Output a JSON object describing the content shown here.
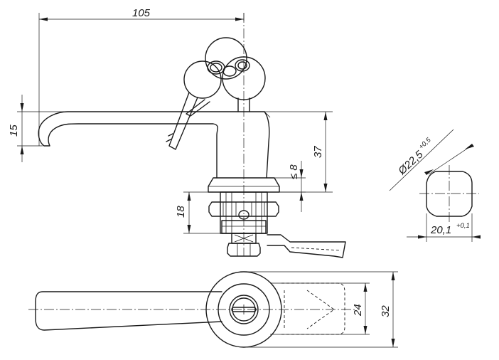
{
  "dimensions": {
    "overall_length": "105",
    "handle_height": "15",
    "body_height": "37",
    "max_panel_label": "≤ 8",
    "thread_length": "18",
    "inner_width": "24",
    "outer_width": "32",
    "across_flats": "20,1",
    "across_flats_tol": "+0,1",
    "diameter": "Ø22,5",
    "diameter_tol": "+0,5"
  }
}
